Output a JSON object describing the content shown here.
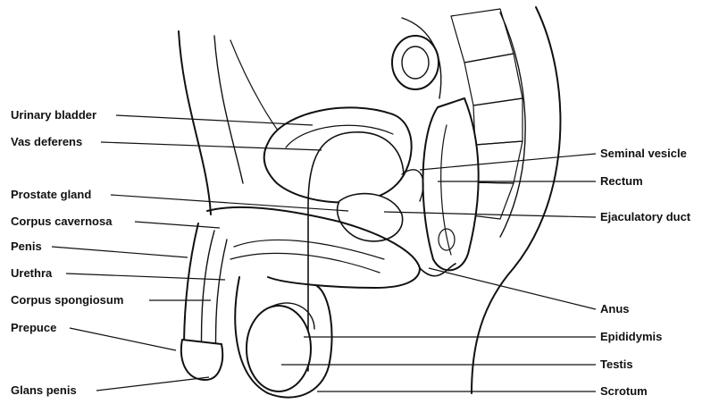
{
  "diagram": {
    "labels_left": [
      "Urinary bladder",
      "Vas deferens",
      "Prostate gland",
      "Corpus cavernosa",
      "Penis",
      "Urethra",
      "Corpus spongiosum",
      "Prepuce",
      "Glans penis"
    ],
    "labels_right": [
      "Seminal vesicle",
      "Rectum",
      "Ejaculatory duct",
      "Anus",
      "Epididymis",
      "Testis",
      "Scrotum"
    ]
  }
}
